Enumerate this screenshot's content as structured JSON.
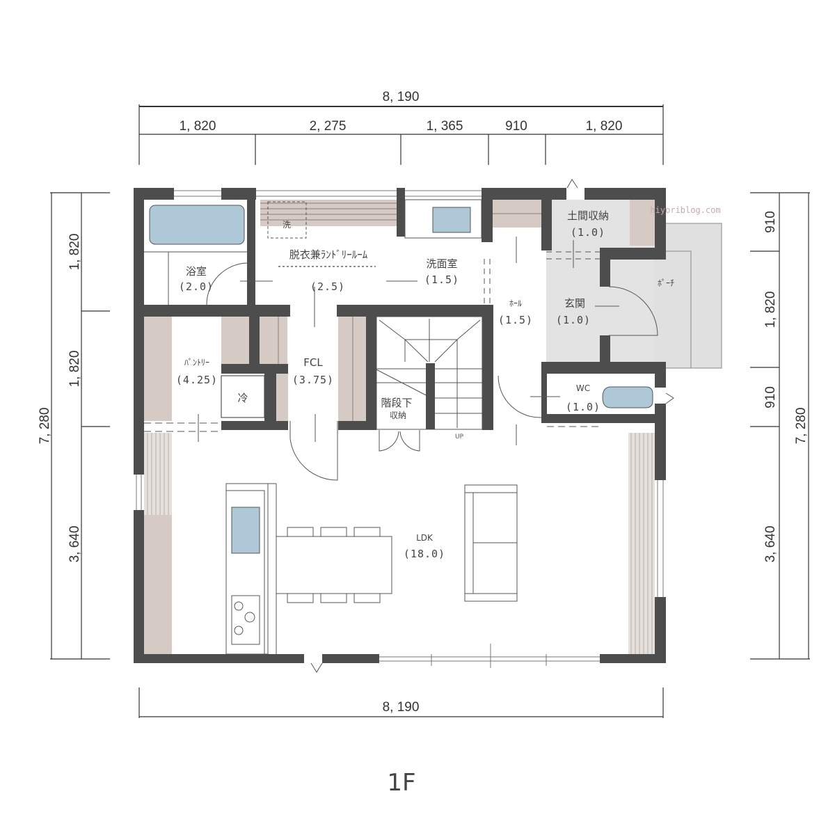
{
  "colors": {
    "wall": "#4d4d4d",
    "storage": "#d6cbc4",
    "fixture": "#afc8d8",
    "genkan": "#e3e3e3",
    "line": "#555555",
    "watermark": "#c9a7aa"
  },
  "dimensions": {
    "top_total": "8, 190",
    "top_segments": [
      "1, 820",
      "2, 275",
      "1, 365",
      "910",
      "1, 820"
    ],
    "bottom_total": "8, 190",
    "left_total": "7, 280",
    "left_segments": [
      "1, 820",
      "1, 820",
      "3, 640"
    ],
    "right_total": "7, 280",
    "right_segments": [
      "910",
      "1, 820",
      "910",
      "3, 640"
    ]
  },
  "rooms": {
    "bath": {
      "name": "浴室",
      "area": "(2.0)"
    },
    "laundry": {
      "name": "脱衣兼ﾗﾝﾄﾞﾘｰﾙｰﾑ",
      "area": "(2.5)",
      "washer": "洗"
    },
    "washroom": {
      "name": "洗面室",
      "area": "(1.5)"
    },
    "doma_storage": {
      "name": "土間収納",
      "area": "(1.0)"
    },
    "hall": {
      "name": "ﾎｰﾙ",
      "area": "(1.5)"
    },
    "genkan": {
      "name": "玄関",
      "area": "(1.0)"
    },
    "porch": {
      "name": "ﾎﾟｰﾁ"
    },
    "pantry": {
      "name": "ﾊﾟﾝﾄﾘｰ",
      "area": "(4.25)",
      "fridge": "冷"
    },
    "fcl": {
      "name": "FCL",
      "area": "(3.75)"
    },
    "under_stairs": {
      "name_line1": "階段下",
      "name_line2": "収納"
    },
    "stairs": {
      "label": "UP"
    },
    "wc": {
      "name": "WC",
      "area": "(1.0)"
    },
    "ldk": {
      "name": "LDK",
      "area": "(18.0)"
    }
  },
  "watermark": "hiyoriblog.com",
  "floor_label": "1F"
}
